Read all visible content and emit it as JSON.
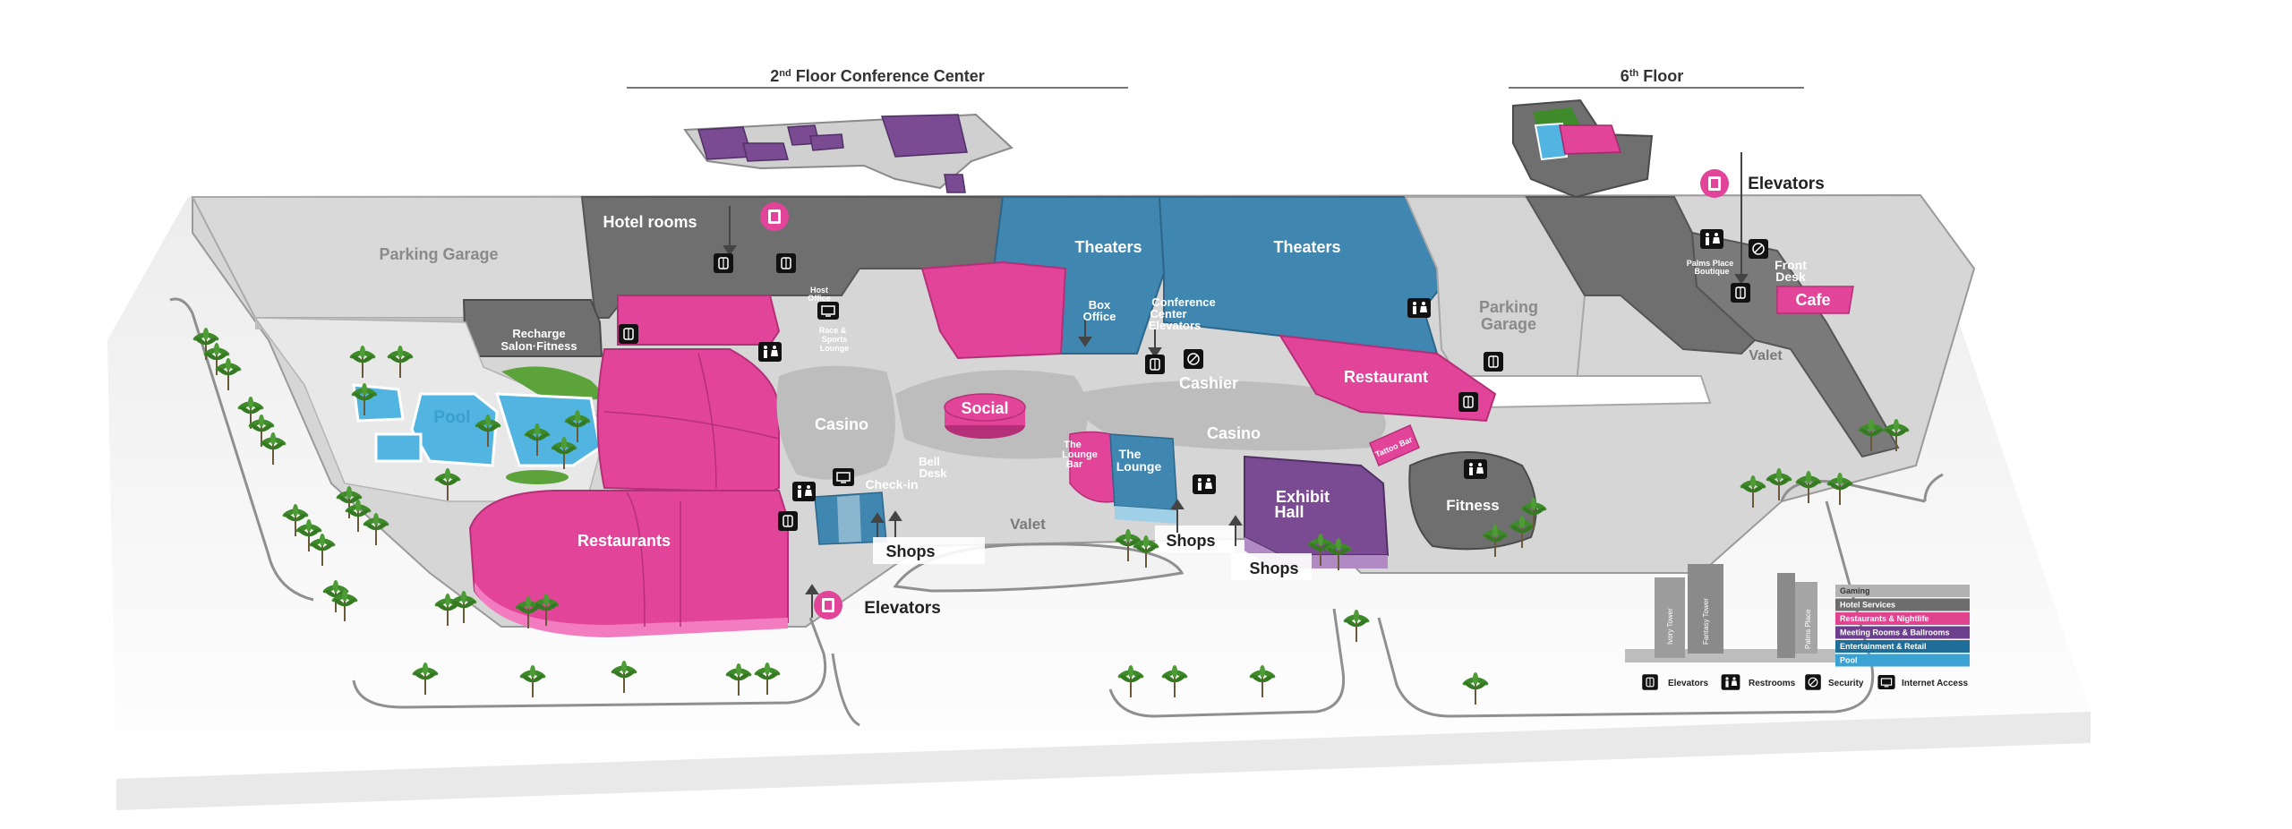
{
  "headers": {
    "conference": {
      "main": "2",
      "sup": "nd",
      "rest": " Floor Conference Center"
    },
    "sixth": {
      "main": "6",
      "sup": "th",
      "rest": " Floor"
    }
  },
  "areas": {
    "parking_garage_left": "Parking Garage",
    "hotel_rooms": "Hotel rooms",
    "theaters_1": "Theaters",
    "theaters_2": "Theaters",
    "parking_garage_right_1": "Parking",
    "parking_garage_right_2": "Garage",
    "front_desk_1": "Front",
    "front_desk_2": "Desk",
    "cafe": "Cafe",
    "valet_right": "Valet",
    "recharge_1": "Recharge",
    "recharge_2": "Salon·Fitness",
    "pool": "Pool",
    "casino_left": "Casino",
    "social": "Social",
    "casino_right": "Casino",
    "cashier": "Cashier",
    "restaurant": "Restaurant",
    "box_office_1": "Box",
    "box_office_2": "Office",
    "conf_elev_1": "Conference",
    "conf_elev_2": "Center",
    "conf_elev_3": "Elevators",
    "lounge_bar_1": "The",
    "lounge_bar_2": "Lounge",
    "lounge_bar_3": "Bar",
    "the_lounge_1": "The",
    "the_lounge_2": "Lounge",
    "bell_desk_1": "Bell",
    "bell_desk_2": "Desk",
    "check_in": "Check-in",
    "restaurants": "Restaurants",
    "shops_1": "Shops",
    "shops_2": "Shops",
    "shops_3": "Shops",
    "valet_center": "Valet",
    "exhibit_hall_1": "Exhibit",
    "exhibit_hall_2": "Hall",
    "fitness": "Fitness",
    "elevators_bottom": "Elevators",
    "elevators_top": "Elevators",
    "host_office_1": "Host",
    "host_office_2": "Office",
    "race_sports_1": "Race &",
    "race_sports_2": "Sports",
    "race_sports_3": "Lounge",
    "palms_place_1": "Palms Place",
    "palms_place_2": "Boutique",
    "tattoo_bar": "Tattoo Bar"
  },
  "legend": {
    "categories": [
      {
        "label": "Gaming",
        "color": "#b3b3b3",
        "text": "#333333"
      },
      {
        "label": "Hotel Services",
        "color": "#6d6d6d",
        "text": "#ffffff"
      },
      {
        "label": "Restaurants & Nightlife",
        "color": "#e0448e",
        "text": "#ffffff"
      },
      {
        "label": "Meeting Rooms & Ballrooms",
        "color": "#6b3f8c",
        "text": "#ffffff"
      },
      {
        "label": "Entertainment & Retail",
        "color": "#1e6e99",
        "text": "#ffffff"
      },
      {
        "label": "Pool",
        "color": "#3aa3d4",
        "text": "#ffffff"
      }
    ],
    "icons": {
      "elevators": "Elevators",
      "restrooms": "Restrooms",
      "security": "Security",
      "internet": "Internet Access"
    },
    "towers": {
      "t1": "Ivory Tower",
      "t2": "Fantasy Tower",
      "t3": "Palms Place"
    }
  },
  "colors": {
    "gaming": "#cfcfcf",
    "hotel": "#6f6f70",
    "restaurants": "#e2449a",
    "meeting": "#7a4b92",
    "entertainment": "#3f86b0",
    "pool": "#52b4e0",
    "walkway": "#e6e6e6"
  }
}
